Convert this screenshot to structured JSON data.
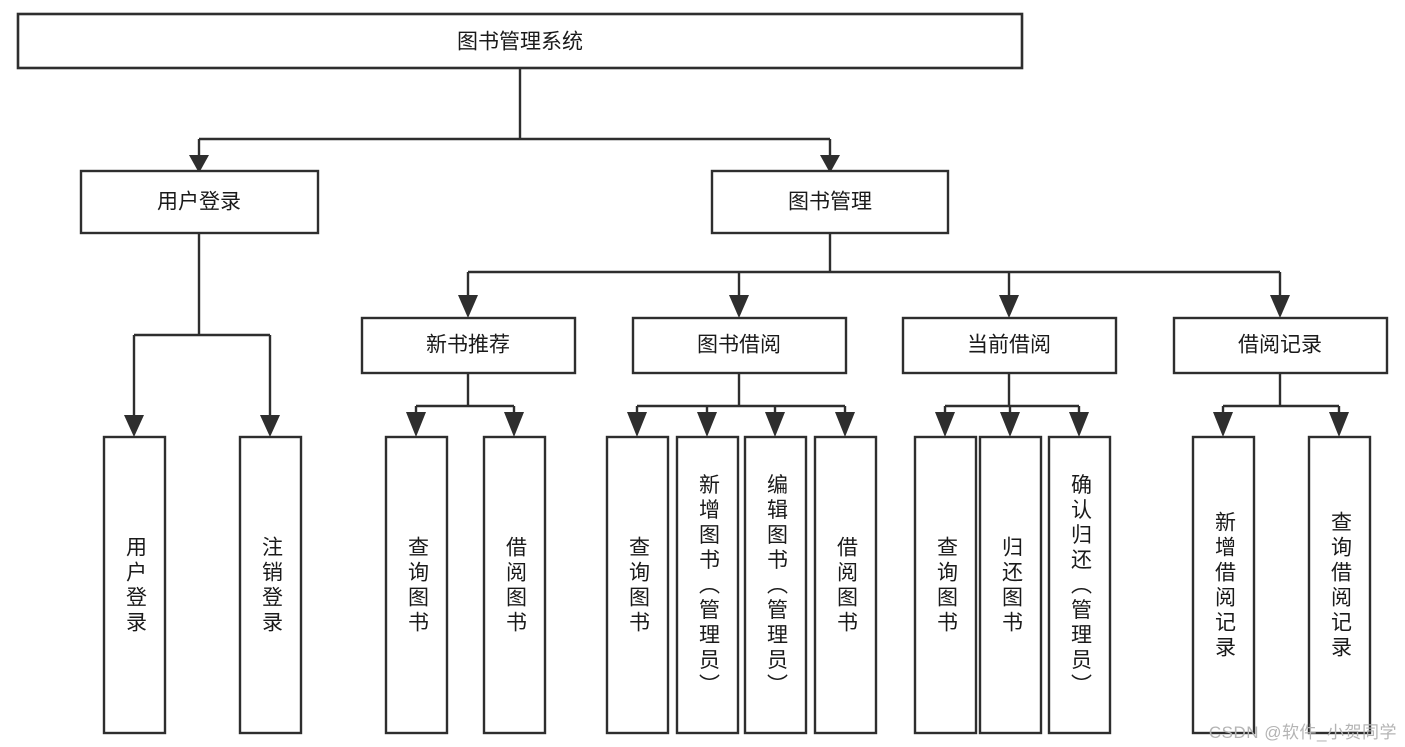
{
  "diagram": {
    "title": "图书管理系统",
    "type": "tree-hierarchy",
    "watermark": "CSDN @软件_小贺同学",
    "colors": {
      "background": "#ffffff",
      "box_stroke": "#2e2e2e",
      "box_fill": "#ffffff",
      "text": "#1a1a1a",
      "watermark": "#b4b4b4"
    },
    "root": {
      "label": "图书管理系统"
    },
    "level2": [
      {
        "label": "用户登录"
      },
      {
        "label": "图书管理"
      }
    ],
    "level3": [
      {
        "label": "新书推荐"
      },
      {
        "label": "图书借阅"
      },
      {
        "label": "当前借阅"
      },
      {
        "label": "借阅记录"
      }
    ],
    "leaves": {
      "user_login": [
        {
          "label": "用户登录"
        },
        {
          "label": "注销登录"
        }
      ],
      "new_book_recommend": [
        {
          "label": "查询图书"
        },
        {
          "label": "借阅图书"
        }
      ],
      "book_borrow": [
        {
          "label": "查询图书"
        },
        {
          "label": "新增图书（管理员）"
        },
        {
          "label": "编辑图书（管理员）"
        },
        {
          "label": "借阅图书"
        }
      ],
      "current_borrow": [
        {
          "label": "查询图书"
        },
        {
          "label": "归还图书"
        },
        {
          "label": "确认归还（管理员）"
        }
      ],
      "borrow_record": [
        {
          "label": "新增借阅记录"
        },
        {
          "label": "查询借阅记录"
        }
      ]
    }
  }
}
